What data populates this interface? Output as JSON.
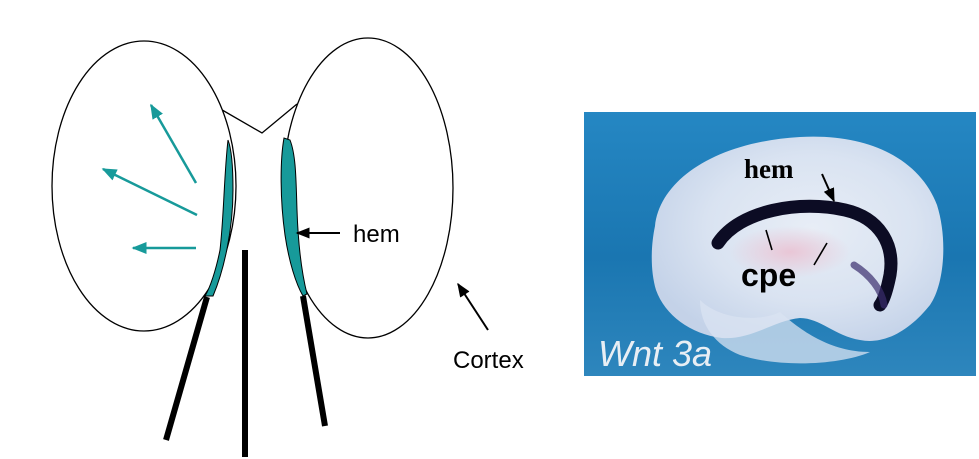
{
  "schematic": {
    "hem_label": "hem",
    "cortex_label": "Cortex",
    "colors": {
      "hem": "#179a9a",
      "arrows": "#179a9a",
      "outline": "#000000"
    }
  },
  "photo": {
    "hem_label": "hem",
    "cpe_label": "cpe",
    "gene_label": "Wnt 3a",
    "colors": {
      "background": "#1d7ab6",
      "stain": "#0c0c24"
    }
  }
}
